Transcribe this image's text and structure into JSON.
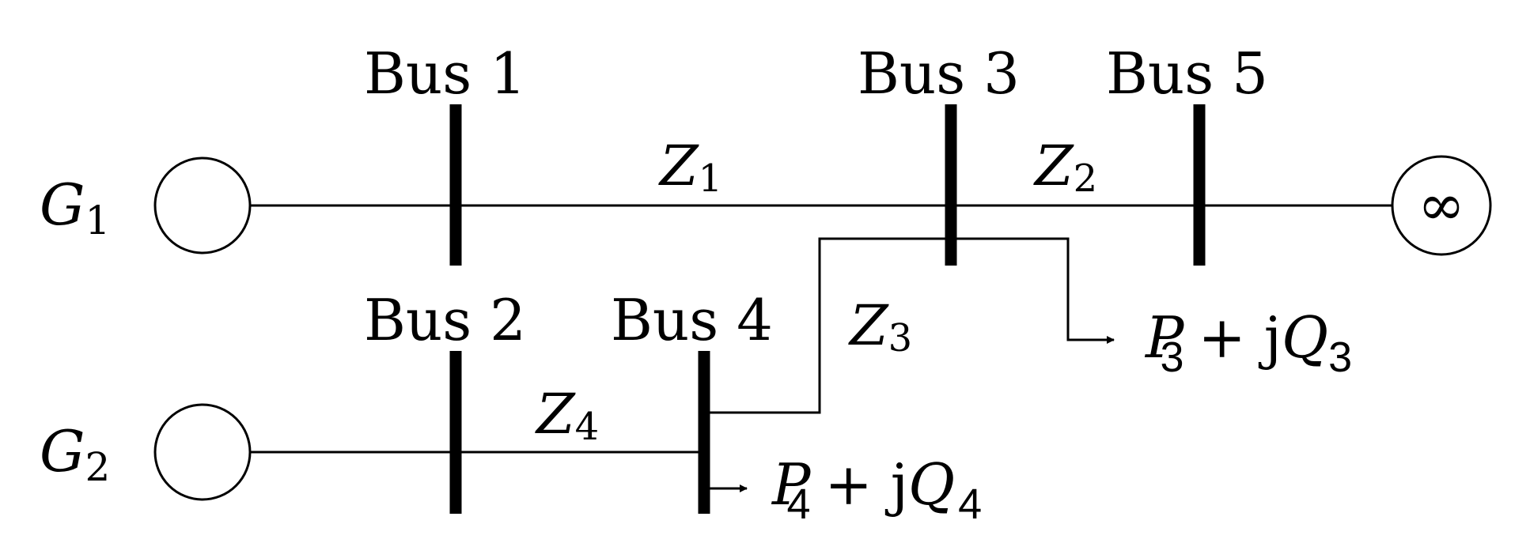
{
  "buses": [
    "Bus 1",
    "Bus 2",
    "Bus 3",
    "Bus 4",
    "Bus 5"
  ],
  "generators": [
    {
      "sym": "G",
      "sub": "1"
    },
    {
      "sym": "G",
      "sub": "2"
    }
  ],
  "infinite_bus": "∞",
  "impedances": [
    {
      "sym": "Z",
      "sub": "1"
    },
    {
      "sym": "Z",
      "sub": "2"
    },
    {
      "sym": "Z",
      "sub": "3"
    },
    {
      "sym": "Z",
      "sub": "4"
    }
  ],
  "loads": [
    {
      "p": "P",
      "p_sub": "3",
      "mid": "+ j",
      "q": "Q",
      "q_sub": "3"
    },
    {
      "p": "P",
      "p_sub": "4",
      "mid": "+ j",
      "q": "Q",
      "q_sub": "4"
    }
  ]
}
